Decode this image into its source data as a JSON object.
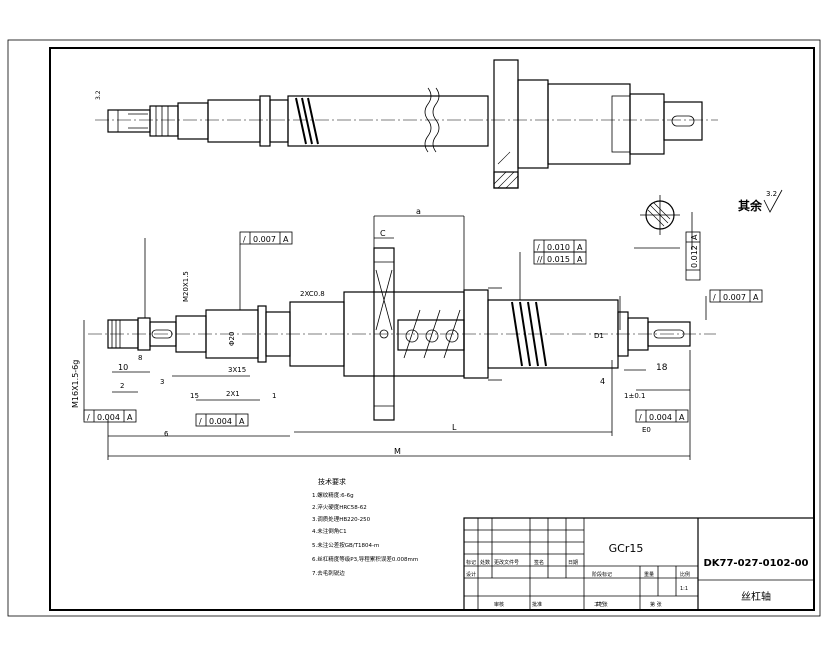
{
  "title_block": {
    "material": "GCr15",
    "drawing_number": "DK77-027-0102-00",
    "drawing_name": "丝杠轴",
    "row_left_1": "标记",
    "row_left_2": "处数",
    "row_left_3": "更改文件号",
    "row_left_4": "签名",
    "row_left_5": "日期",
    "row_design": "设计",
    "row_review": "审核",
    "row_process": "工艺",
    "row_approve": "批准",
    "stage_label": "阶段标记",
    "weight_label": "重量",
    "scale_label": "比例",
    "scale_value": "1:1",
    "sheet_label": "共 张",
    "sheet_of": "第 张"
  },
  "roughness": {
    "other_label": "其余",
    "value": "3.2"
  },
  "notes": {
    "heading": "技术要求",
    "items": [
      "1.螺纹精度:6-6g",
      "2.淬火硬度HRC58-62",
      "3.调质处理HB220-250",
      "4.未注倒角C1",
      "5.未注公差按GB/T1804-m",
      "6.丝杠精度等级P3,导程累积误差0.008mm",
      "7.去毛刺锐边"
    ]
  },
  "dimensions": {
    "thread_spec": "M16X1.5-6g",
    "tol_1": "0.007",
    "tol_2": "0.004",
    "tol_3": "0.004",
    "tol_4": "0.004",
    "tol_5": "0.007",
    "tol_6": "0.010",
    "tol_7": "0.015",
    "tol_8": "0.012",
    "datum": "A",
    "dim_l": "L",
    "dim_m": "M",
    "dim_c": "C",
    "dim_a": "a",
    "dim_18": "18",
    "dim_10": "10",
    "dim_4": "4",
    "dim_8": "8",
    "dim_15": "15",
    "dim_3": "3",
    "dim_2": "2",
    "dim_3x15": "3X15",
    "dim_2x1": "2X1",
    "dim_1": "1",
    "dim_1pm": "1±0.1",
    "dim_e": "E0",
    "dim_2xc": "2XC0.8",
    "dim_6": "6",
    "dim_m20": "M20X1.5",
    "dim_phi": "Φ20",
    "dim_d1": "D1"
  }
}
